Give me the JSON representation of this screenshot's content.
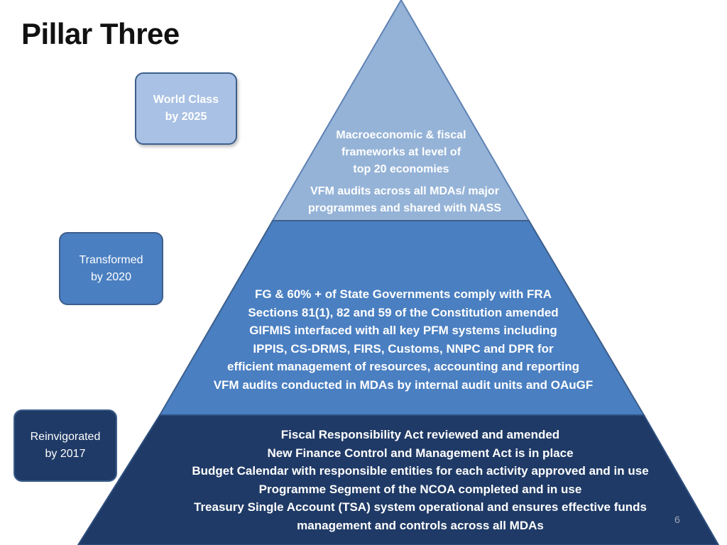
{
  "title": "Pillar Three",
  "stages": [
    {
      "line1": "World Class",
      "line2": "by 2025"
    },
    {
      "line1": "Transformed",
      "line2": "by 2020"
    },
    {
      "line1": "Reinvigorated",
      "line2": "by 2017"
    }
  ],
  "tiers": {
    "top": {
      "group_a": [
        "Macroeconomic & fiscal",
        "frameworks at level of",
        "top 20 economies"
      ],
      "group_b": [
        "VFM audits across all MDAs/ major",
        "programmes and shared with NASS"
      ]
    },
    "middle": [
      "FG & 60% + of State Governments comply with FRA",
      "Sections 81(1), 82 and 59 of the Constitution amended",
      "GIFMIS interfaced with all key PFM systems including",
      "IPPIS, CS-DRMS, FIRS, Customs, NNPC and DPR for",
      "efficient management of resources, accounting and reporting",
      "VFM audits conducted in MDAs by internal audit units and OAuGF"
    ],
    "bottom": [
      "Fiscal Responsibility Act  reviewed and amended",
      "New Finance Control and Management Act is in place",
      "Budget Calendar with responsible entities for each activity approved and in use",
      "Programme Segment of the NCOA completed and in use",
      "Treasury Single Account (TSA) system operational and ensures effective funds",
      "management and controls across all MDAs"
    ]
  },
  "page_number": "6",
  "colors": {
    "tier_top": "#95b3d7",
    "tier_middle": "#4a7fc1",
    "tier_bottom": "#1f3a66",
    "outline": "#3d5f8c"
  }
}
